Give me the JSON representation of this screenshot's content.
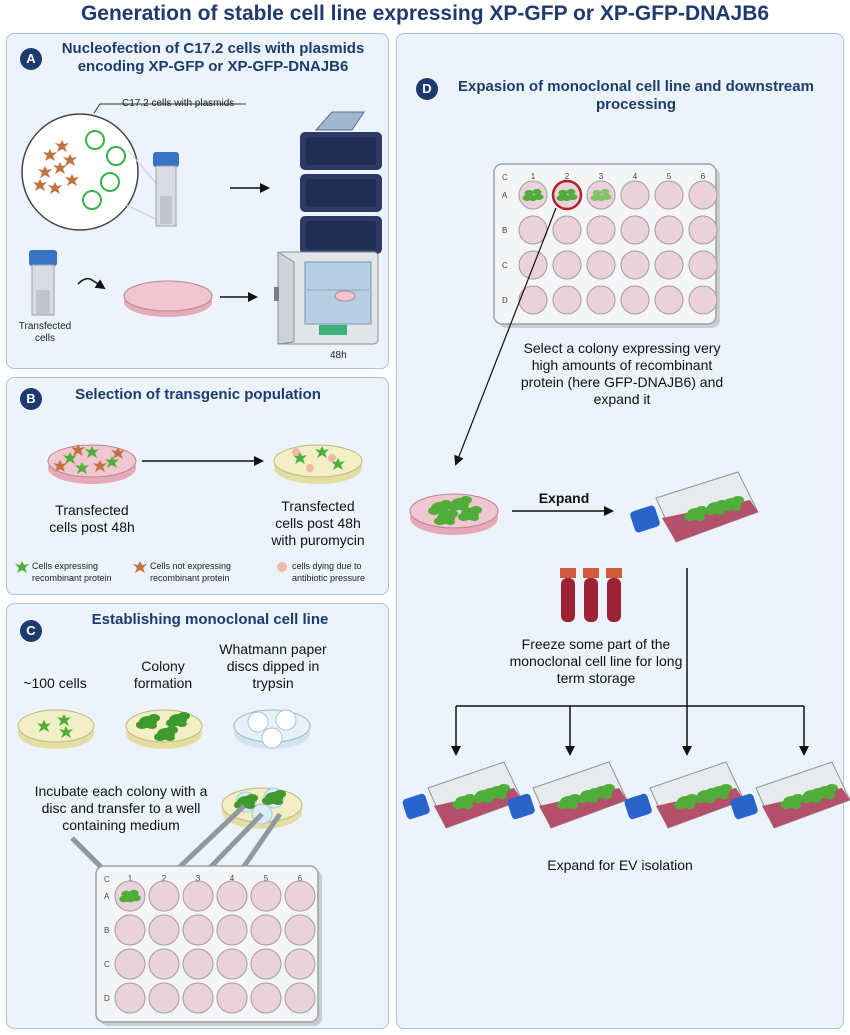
{
  "title": "Generation of stable cell line expressing XP-GFP or XP-GFP-DNAJB6",
  "panels": {
    "a": {
      "badge": "A",
      "title_line1": "Nucleofection of C17.2 cells with plasmids",
      "title_line2": "encoding XP-GFP or XP-GFP-DNAJB6",
      "cells_label": "C17.2 cells with plasmids",
      "transfected_line1": "Transfected",
      "transfected_line2": "cells",
      "time_label": "48h"
    },
    "b": {
      "badge": "B",
      "title": "Selection of transgenic population",
      "left_line1": "Transfected",
      "left_line2": "cells post 48h",
      "right_line1": "Transfected",
      "right_line2": "cells post 48h",
      "right_line3": "with puromycin",
      "legend": [
        {
          "line1": "Cells expressing",
          "line2": "recombinant protein"
        },
        {
          "line1": "Cells not expressing",
          "line2": "recombinant protein"
        },
        {
          "line1": "cells dying due to",
          "line2": "antibiotic pressure"
        }
      ]
    },
    "c": {
      "badge": "C",
      "title": "Establishing monoclonal cell line",
      "dish1": "~100 cells",
      "dish2_line1": "Colony",
      "dish2_line2": "formation",
      "dish3_line1": "Whatmann paper",
      "dish3_line2": "discs dipped in",
      "dish3_line3": "trypsin",
      "incubate_line1": "Incubate each colony with a",
      "incubate_line2": "disc and transfer to a well",
      "incubate_line3": "containing medium"
    },
    "d": {
      "badge": "D",
      "title_line1": "Expasion of monoclonal cell line and downstream",
      "title_line2": "processing",
      "select_line1": "Select a colony expressing very",
      "select_line2": "high amounts of recombinant",
      "select_line3": "protein (here GFP-DNAJB6) and",
      "select_line4": "expand it",
      "expand_label": "Expand",
      "freeze_line1": "Freeze some part of the",
      "freeze_line2": "monoclonal cell line for long",
      "freeze_line3": "term storage",
      "ev_label": "Expand for EV isolation"
    }
  },
  "plate": {
    "columns": [
      "1",
      "2",
      "3",
      "4",
      "5",
      "6"
    ],
    "rows": [
      "A",
      "B",
      "C",
      "D"
    ],
    "corner": "C"
  },
  "colors": {
    "panel_bg": "#edf3fb",
    "panel_border": "#a9c3e3",
    "title": "#1f3a6e",
    "well": "#ead2da",
    "colony": "#4fae3a",
    "dish_pink": "#ecc3cd",
    "dish_yellow": "#f2eec6",
    "flask_media": "#b4506a",
    "cap_blue": "#2a63c9",
    "tube_red": "#a8283a"
  }
}
